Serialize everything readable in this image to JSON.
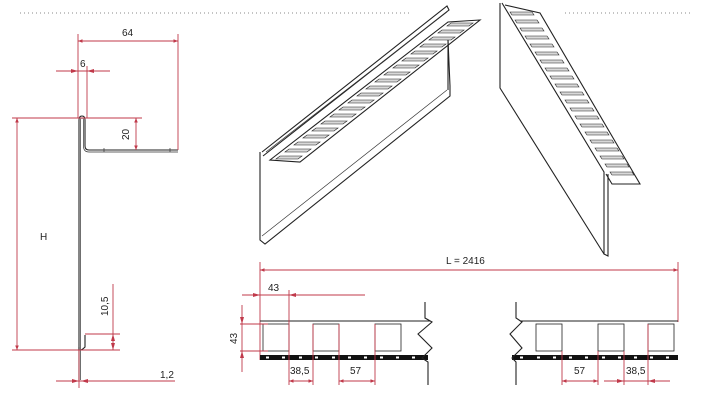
{
  "drawing": {
    "type": "technical-drawing",
    "subject": "perforated metal eaves ventilation profile",
    "colors": {
      "dimension_lines": "#c0394a",
      "part_outline": "#222222",
      "background": "#ffffff"
    },
    "cross_section": {
      "labels": {
        "top_width": "64",
        "hem_width": "6",
        "flange_height": "20",
        "total_height": "H",
        "bottom_return": "10,5",
        "thickness": "1,2"
      }
    },
    "length_view": {
      "labels": {
        "total_length": "L = 2416",
        "left_offset": "43",
        "slot_height": "43",
        "left_gap": "38,5",
        "left_pitch_gap": "57",
        "right_pitch_gap": "57",
        "right_gap": "38,5"
      }
    },
    "views": {
      "iso_left": "isometric-view-front",
      "iso_right": "isometric-view-end"
    }
  }
}
